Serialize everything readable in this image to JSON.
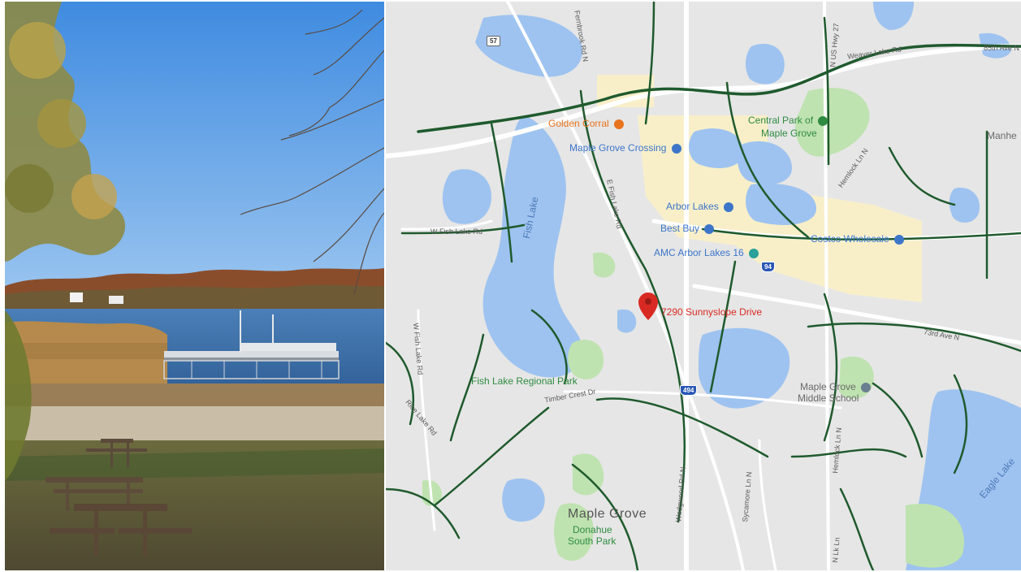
{
  "photo": {
    "icon": "lake-park-photo"
  },
  "map": {
    "pois": [
      {
        "label": "Golden Corral",
        "kind": "orange",
        "icon": "restaurant-icon"
      },
      {
        "label": "Central Park of",
        "kind": "green",
        "icon": "park-icon"
      },
      {
        "label": "Maple Grove",
        "kind": "green"
      },
      {
        "label": "Maple Grove Crossing",
        "kind": "blue",
        "icon": "shopping-icon"
      },
      {
        "label": "Arbor Lakes",
        "kind": "blue",
        "icon": "shopping-icon"
      },
      {
        "label": "Best Buy",
        "kind": "blue",
        "icon": "shopping-icon"
      },
      {
        "label": "Costco Wholesale",
        "kind": "blue",
        "icon": "shopping-icon"
      },
      {
        "label": "AMC Arbor Lakes 16",
        "kind": "blue",
        "icon": "movie-icon"
      },
      {
        "label": "7290 Sunnyslope Drive",
        "kind": "red",
        "icon": "map-pin-icon"
      },
      {
        "label": "Fish Lake Regional Park",
        "kind": "green"
      },
      {
        "label": "Maple Grove",
        "kind": "gray",
        "icon": "school-icon"
      },
      {
        "label": "Middle School",
        "kind": "gray"
      },
      {
        "label": "Maple Grove",
        "kind": "big"
      },
      {
        "label": "Donahue",
        "kind": "green"
      },
      {
        "label": "South Park",
        "kind": "green"
      },
      {
        "label": "Fish Lake",
        "kind": "lake"
      },
      {
        "label": "Eagle Lake",
        "kind": "lake"
      },
      {
        "label": "Manhe",
        "kind": "gray"
      }
    ],
    "roads": [
      "85th Ave N",
      "Weaver Lake Rd",
      "N US Hwy 27",
      "Hemlock Ln N",
      "W Fish Lake Rd",
      "E Fish Lake Rd",
      "W Fish Lake Rd",
      "Timber Crest Dr",
      "Wedgwood Rd N",
      "Sycamore Ln N",
      "Hemlock Ln N",
      "N Lk Ln",
      "73rd Ave N",
      "Fernbrook Rd N",
      "Rice Lake Rd"
    ],
    "shields": [
      "57",
      "94",
      "494"
    ],
    "colors": {
      "land": "#e6e6e6",
      "water": "#9ec3f0",
      "park": "#bfe3b0",
      "commercial": "#f8efc9",
      "trail": "#1f5a2d"
    }
  }
}
